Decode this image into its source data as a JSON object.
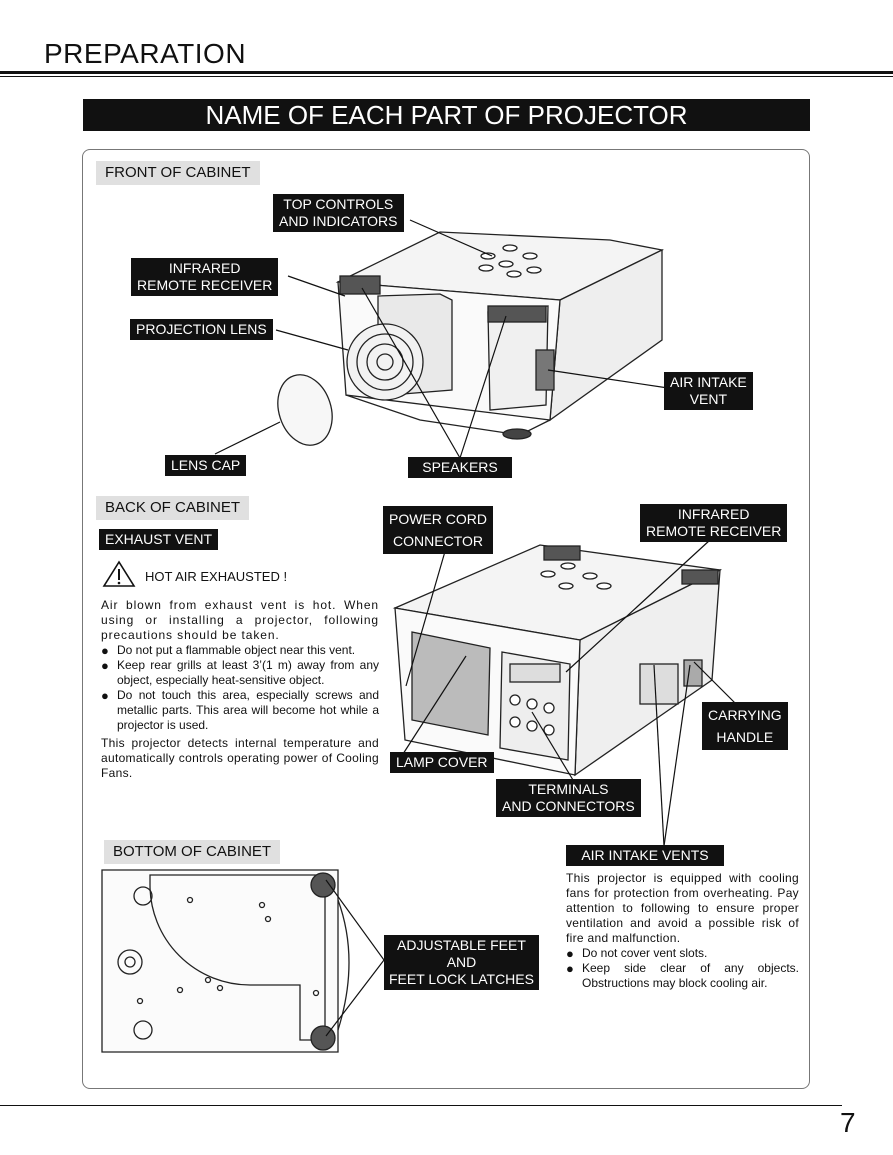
{
  "header": {
    "section": "PREPARATION",
    "title": "NAME OF EACH PART OF PROJECTOR"
  },
  "front": {
    "heading": "FRONT OF CABINET",
    "top_controls": [
      "TOP CONTROLS",
      "AND INDICATORS"
    ],
    "infrared": [
      "INFRARED",
      "REMOTE RECEIVER"
    ],
    "projection_lens": "PROJECTION LENS",
    "air_intake_vent": [
      "AIR INTAKE",
      "VENT"
    ],
    "lens_cap": "LENS CAP",
    "speakers": "SPEAKERS"
  },
  "back": {
    "heading": "BACK OF CABINET",
    "exhaust_vent": "EXHAUST VENT",
    "warning_title": "HOT AIR EXHAUSTED !",
    "warning_intro": "Air blown from exhaust vent is hot.  When using or installing a projector, following precautions should be taken.",
    "warning_bullets": [
      "Do not put a flammable object near this vent.",
      "Keep rear grills at least 3’(1 m) away from any object, especially heat-sensitive object.",
      "Do not touch this area, especially screws and metallic parts.  This area will become hot while a projector is used."
    ],
    "note": "This projector detects internal temperature and automatically controls operating power of Cooling Fans.",
    "power_cord": [
      "POWER CORD",
      "CONNECTOR"
    ],
    "infrared": [
      "INFRARED",
      "REMOTE RECEIVER"
    ],
    "carrying_handle": [
      "CARRYING",
      "HANDLE"
    ],
    "lamp_cover": "LAMP COVER",
    "terminals": [
      "TERMINALS",
      "AND CONNECTORS"
    ]
  },
  "bottom": {
    "heading": "BOTTOM OF CABINET",
    "air_intake_vents": "AIR INTAKE VENTS",
    "adjustable_feet": [
      "ADJUSTABLE FEET",
      "AND",
      "FEET LOCK LATCHES"
    ],
    "vent_intro": "This projector is equipped with cooling fans for protection from overheating. Pay attention to following to ensure proper ventilation and avoid a possible risk of fire and malfunction.",
    "vent_bullets": [
      "Do not cover vent slots.",
      "Keep side clear of any objects. Obstructions may block cooling air."
    ]
  },
  "page_number": "7"
}
